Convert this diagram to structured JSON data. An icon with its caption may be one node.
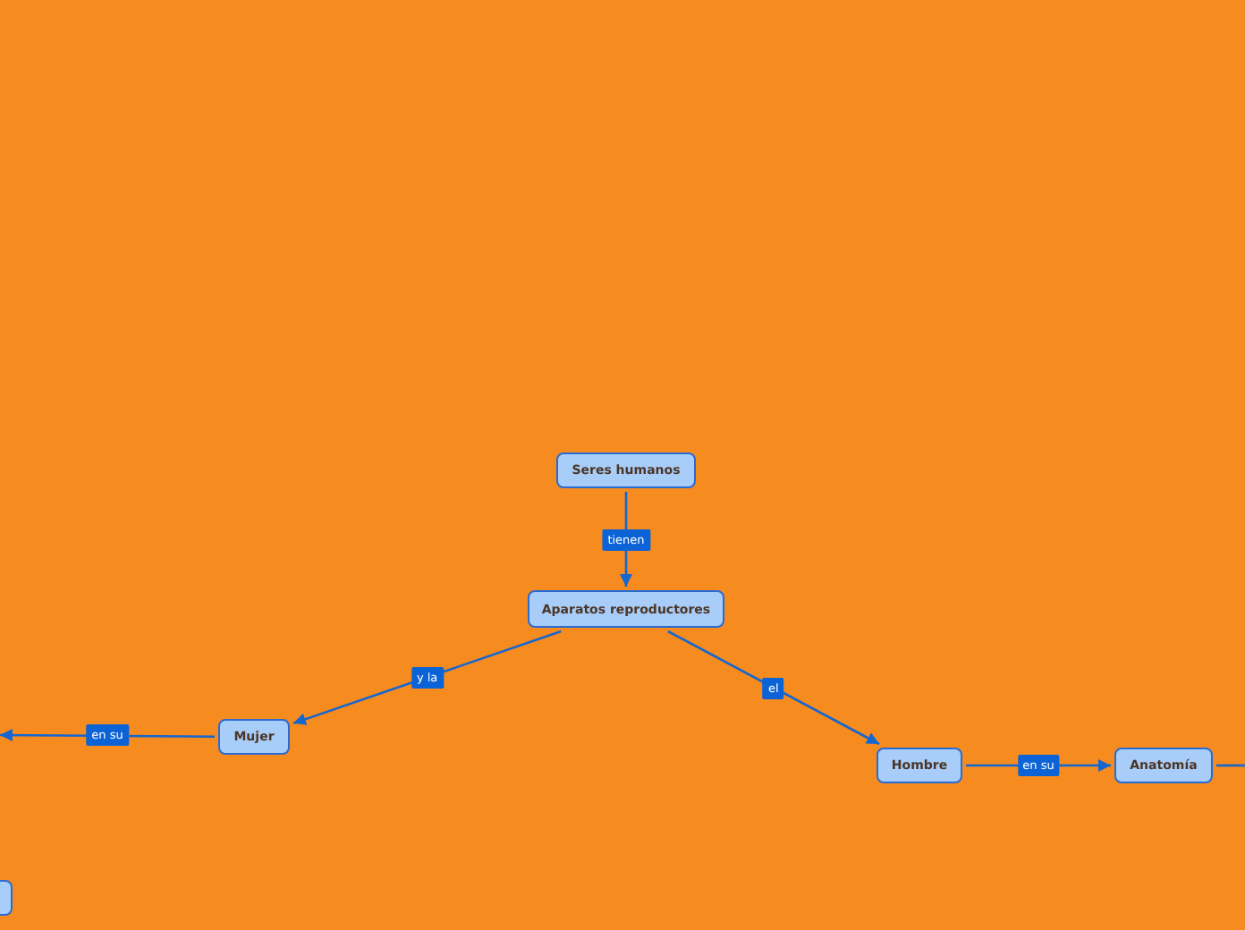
{
  "diagram": {
    "nodes": [
      {
        "text": [
          "Seres humanos"
        ]
      },
      {
        "text": [
          "Aparatos reproductores"
        ]
      },
      {
        "text": [
          "Mujer"
        ]
      },
      {
        "text": [
          "Hombre"
        ]
      },
      {
        "text": [
          "Anatomía"
        ]
      },
      {
        "text": [],
        "shape": "box"
      }
    ],
    "edges": [
      {
        "from": 0,
        "to": 1,
        "label": "tienen",
        "arrow": "to"
      },
      {
        "from": 1,
        "to": 2,
        "label": "y la",
        "arrow": "to"
      },
      {
        "from": 1,
        "to": 3,
        "label": "el",
        "arrow": "to"
      },
      {
        "from": 3,
        "to": 4,
        "label": "en su",
        "arrow": "to"
      },
      {
        "from": 2,
        "to": null,
        "label": "en su",
        "arrow": "to"
      },
      {
        "from": 4,
        "to": null,
        "arrow": "none"
      }
    ]
  }
}
